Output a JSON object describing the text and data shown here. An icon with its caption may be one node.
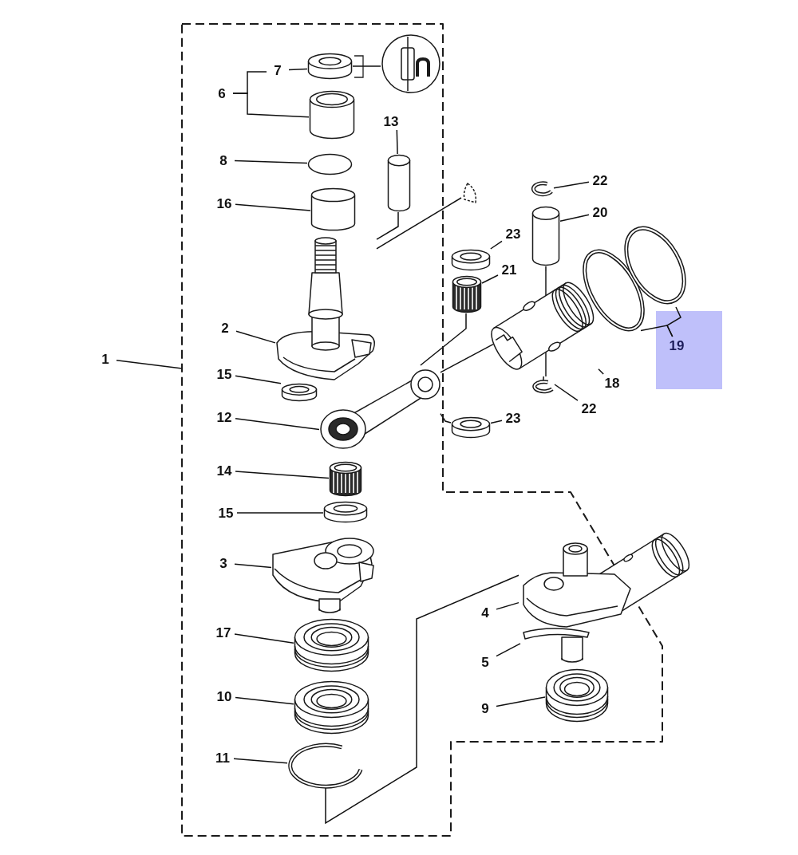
{
  "diagram": {
    "nodes": [
      {
        "text": [],
        "shape": "box"
      },
      {
        "text": [
          "1"
        ]
      },
      {
        "text": [
          "7"
        ],
        "in": 0
      },
      {
        "text": [],
        "shape": "circle",
        "in": 0
      },
      {
        "text": [],
        "shape": "picture",
        "in": 0
      },
      {
        "text": [
          "6"
        ],
        "in": 0
      },
      {
        "text": [],
        "shape": "cylinder",
        "in": 0
      },
      {
        "text": [
          "13"
        ],
        "in": 0
      },
      {
        "text": [],
        "shape": "cylinder",
        "in": 0
      },
      {
        "text": [
          "8"
        ],
        "in": 0
      },
      {
        "text": [],
        "shape": "circle",
        "in": 0
      },
      {
        "text": [
          "16"
        ],
        "in": 0
      },
      {
        "text": [],
        "shape": "cylinder",
        "in": 0
      },
      {
        "text": [
          "2"
        ],
        "in": 0
      },
      {
        "text": [],
        "shape": "picture",
        "in": 0
      },
      {
        "text": [
          "15"
        ],
        "in": 0
      },
      {
        "text": [],
        "shape": "circle",
        "in": 0
      },
      {
        "text": [
          "12"
        ],
        "in": 0
      },
      {
        "text": [],
        "shape": "picture",
        "in": 0
      },
      {
        "text": [
          "14"
        ],
        "in": 0
      },
      {
        "text": [],
        "shape": "cylinder",
        "in": 0
      },
      {
        "text": [
          "15"
        ],
        "in": 0
      },
      {
        "text": [],
        "shape": "circle",
        "in": 0
      },
      {
        "text": [
          "3"
        ],
        "in": 0
      },
      {
        "text": [],
        "shape": "picture",
        "in": 0
      },
      {
        "text": [
          "17"
        ],
        "in": 0
      },
      {
        "text": [],
        "shape": "picture",
        "in": 0
      },
      {
        "text": [
          "10"
        ],
        "in": 0
      },
      {
        "text": [],
        "shape": "picture",
        "in": 0
      },
      {
        "text": [
          "11"
        ],
        "in": 0
      },
      {
        "text": [],
        "shape": "circle",
        "in": 0
      },
      {
        "text": [
          "22"
        ]
      },
      {
        "text": [],
        "shape": "circle"
      },
      {
        "text": [
          "20"
        ]
      },
      {
        "text": [],
        "shape": "cylinder"
      },
      {
        "text": [
          "23"
        ]
      },
      {
        "text": [],
        "shape": "circle"
      },
      {
        "text": [
          "21"
        ]
      },
      {
        "text": [],
        "shape": "cylinder"
      },
      {
        "text": [],
        "shape": "picture"
      },
      {
        "text": [
          "18"
        ]
      },
      {
        "text": [],
        "shape": "circle"
      },
      {
        "text": [],
        "shape": "circle"
      },
      {
        "text": [
          "19"
        ]
      },
      {
        "text": [],
        "shape": "circle"
      },
      {
        "text": [
          "22"
        ]
      },
      {
        "text": [
          "23"
        ]
      },
      {
        "text": [],
        "shape": "circle"
      },
      {
        "text": [
          "4"
        ],
        "in": 0
      },
      {
        "text": [],
        "shape": "picture",
        "in": 0
      },
      {
        "text": [
          "5"
        ],
        "in": 0
      },
      {
        "text": [],
        "shape": "picture",
        "in": 0
      },
      {
        "text": [
          "9"
        ],
        "in": 0
      },
      {
        "text": [],
        "shape": "picture",
        "in": 0
      },
      {
        "text": [],
        "shape": "crescent"
      }
    ],
    "edges": [
      {
        "from": 1,
        "to": 0,
        "arrow": "none"
      },
      {
        "from": 2,
        "to": 3,
        "arrow": "none"
      },
      {
        "from": 3,
        "to": 4,
        "arrow": "none"
      },
      {
        "from": 5,
        "to": 2,
        "arrow": "none"
      },
      {
        "from": 5,
        "to": 6,
        "arrow": "none"
      },
      {
        "from": 7,
        "to": 8,
        "arrow": "none"
      },
      {
        "from": 9,
        "to": 10,
        "arrow": "none"
      },
      {
        "from": 11,
        "to": 12,
        "arrow": "none"
      },
      {
        "from": 13,
        "to": 14,
        "arrow": "none"
      },
      {
        "from": 15,
        "to": 16,
        "arrow": "none"
      },
      {
        "from": 17,
        "to": 18,
        "arrow": "none"
      },
      {
        "from": 19,
        "to": 20,
        "arrow": "none"
      },
      {
        "from": 21,
        "to": 22,
        "arrow": "none"
      },
      {
        "from": 23,
        "to": 24,
        "arrow": "none"
      },
      {
        "from": 25,
        "to": 26,
        "arrow": "none"
      },
      {
        "from": 27,
        "to": 28,
        "arrow": "none"
      },
      {
        "from": 29,
        "to": 30,
        "arrow": "none"
      },
      {
        "from": 31,
        "to": 32,
        "arrow": "none"
      },
      {
        "from": 33,
        "to": 34,
        "arrow": "none"
      },
      {
        "from": 35,
        "to": 36,
        "arrow": "none"
      },
      {
        "from": 37,
        "to": 38,
        "arrow": "none"
      },
      {
        "from": 40,
        "to": 39,
        "arrow": "none"
      },
      {
        "from": 43,
        "to": 41,
        "arrow": "none"
      },
      {
        "from": 43,
        "to": 42,
        "arrow": "none"
      },
      {
        "from": 45,
        "to": 44,
        "arrow": "none"
      },
      {
        "from": 46,
        "to": 47,
        "arrow": "none"
      },
      {
        "from": 48,
        "to": 49,
        "arrow": "none"
      },
      {
        "from": 50,
        "to": 51,
        "arrow": "none"
      },
      {
        "from": 52,
        "to": 53,
        "arrow": "none"
      },
      {
        "from": 8,
        "to": 14,
        "arrow": "none"
      },
      {
        "from": 54,
        "to": 14,
        "arrow": "none"
      },
      {
        "from": 38,
        "to": 18,
        "arrow": "none"
      },
      {
        "from": 18,
        "to": 39,
        "arrow": "none"
      },
      {
        "from": 34,
        "to": 39,
        "arrow": "none"
      },
      {
        "from": 39,
        "to": 44,
        "arrow": "none"
      },
      {
        "from": 18,
        "to": 47,
        "arrow": "none"
      },
      {
        "from": 30,
        "to": 49,
        "arrow": "none"
      }
    ]
  }
}
